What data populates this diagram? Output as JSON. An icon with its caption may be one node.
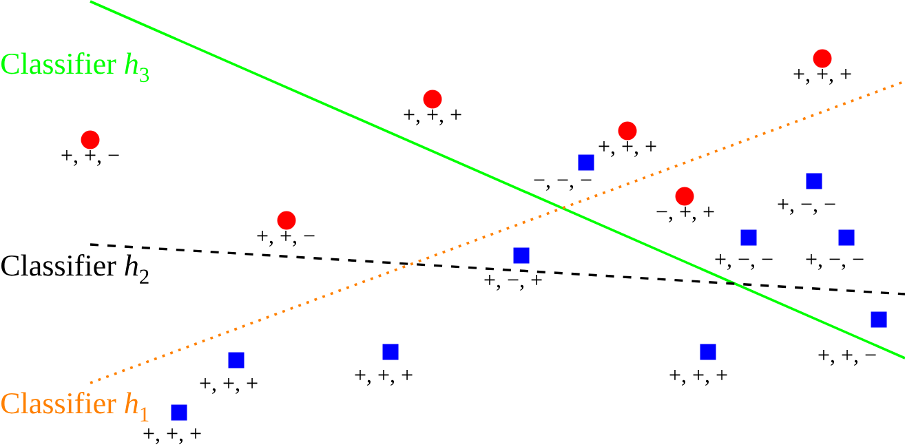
{
  "diagram": {
    "nodes": [
      {
        "text": [],
        "shape": "circle",
        "beside": [
          "+, +, +"
        ]
      },
      {
        "text": [],
        "shape": "circle",
        "beside": [
          "+, +, +"
        ]
      },
      {
        "text": [],
        "shape": "circle",
        "beside": [
          "+, +, +"
        ]
      },
      {
        "text": [],
        "shape": "circle",
        "beside": [
          "+, +, −"
        ]
      },
      {
        "text": [],
        "shape": "box",
        "beside": [
          "−, −, −"
        ]
      },
      {
        "text": [],
        "shape": "box",
        "beside": [
          "+, −, −"
        ]
      },
      {
        "text": [],
        "shape": "circle",
        "beside": [
          "−, +, +"
        ]
      },
      {
        "text": [],
        "shape": "circle",
        "beside": [
          "+, +, −"
        ]
      },
      {
        "text": [],
        "shape": "box",
        "beside": [
          "+, −, −"
        ]
      },
      {
        "text": [],
        "shape": "box",
        "beside": [
          "+, −, −"
        ]
      },
      {
        "text": [],
        "shape": "box",
        "beside": [
          "+, −, +"
        ]
      },
      {
        "text": [],
        "shape": "box",
        "beside": [
          "+, +, −"
        ]
      },
      {
        "text": [],
        "shape": "box",
        "beside": [
          "+, +, +"
        ]
      },
      {
        "text": [],
        "shape": "box",
        "beside": [
          "+, +, +"
        ]
      },
      {
        "text": [],
        "shape": "box",
        "beside": [
          "+, +, +"
        ]
      },
      {
        "text": [],
        "shape": "box",
        "beside": [
          "+, +, +"
        ]
      }
    ],
    "labels": [
      "Classifier *h*$_{3}$",
      "Classifier *h*$_{2}$",
      "Classifier *h*$_{1}$"
    ]
  }
}
